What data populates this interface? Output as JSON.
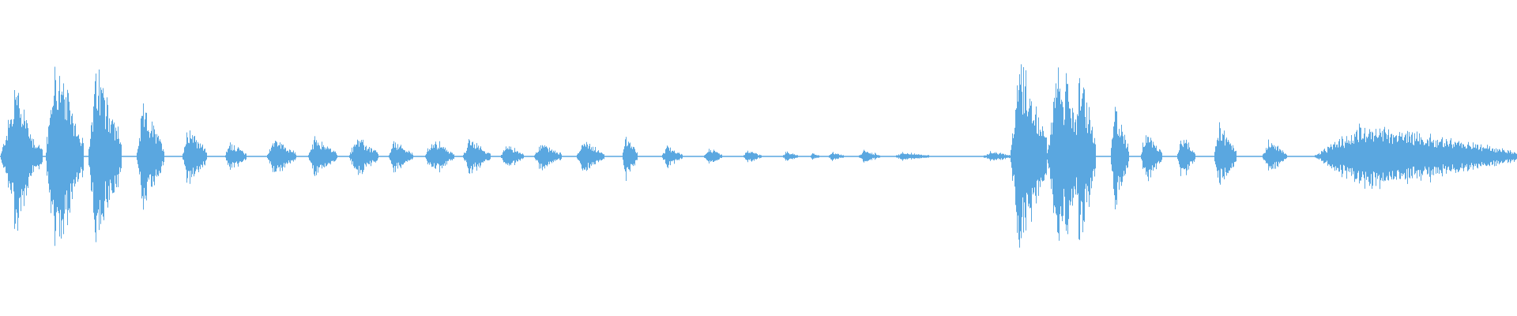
{
  "waveform": {
    "color": "#5aa7e0",
    "background": "#ffffff",
    "duration_fraction_note": "",
    "segments": [
      {
        "start": 0.0,
        "end": 0.028,
        "peak": 0.42
      },
      {
        "start": 0.006,
        "end": 0.022,
        "peak": 0.76
      },
      {
        "start": 0.03,
        "end": 0.055,
        "peak": 0.9
      },
      {
        "start": 0.058,
        "end": 0.08,
        "peak": 0.8
      },
      {
        "start": 0.09,
        "end": 0.108,
        "peak": 0.46
      },
      {
        "start": 0.12,
        "end": 0.136,
        "peak": 0.3
      },
      {
        "start": 0.148,
        "end": 0.162,
        "peak": 0.14
      },
      {
        "start": 0.176,
        "end": 0.195,
        "peak": 0.18
      },
      {
        "start": 0.203,
        "end": 0.222,
        "peak": 0.18
      },
      {
        "start": 0.23,
        "end": 0.249,
        "peak": 0.18
      },
      {
        "start": 0.256,
        "end": 0.272,
        "peak": 0.14
      },
      {
        "start": 0.28,
        "end": 0.299,
        "peak": 0.16
      },
      {
        "start": 0.305,
        "end": 0.323,
        "peak": 0.16
      },
      {
        "start": 0.33,
        "end": 0.345,
        "peak": 0.12
      },
      {
        "start": 0.352,
        "end": 0.37,
        "peak": 0.13
      },
      {
        "start": 0.38,
        "end": 0.398,
        "peak": 0.16
      },
      {
        "start": 0.41,
        "end": 0.42,
        "peak": 0.2
      },
      {
        "start": 0.436,
        "end": 0.45,
        "peak": 0.1
      },
      {
        "start": 0.464,
        "end": 0.476,
        "peak": 0.08
      },
      {
        "start": 0.49,
        "end": 0.502,
        "peak": 0.06
      },
      {
        "start": 0.516,
        "end": 0.526,
        "peak": 0.05
      },
      {
        "start": 0.534,
        "end": 0.54,
        "peak": 0.03
      },
      {
        "start": 0.546,
        "end": 0.556,
        "peak": 0.04
      },
      {
        "start": 0.566,
        "end": 0.58,
        "peak": 0.06
      },
      {
        "start": 0.59,
        "end": 0.612,
        "peak": 0.04
      },
      {
        "start": 0.648,
        "end": 0.668,
        "peak": 0.05
      },
      {
        "start": 0.666,
        "end": 0.69,
        "peak": 0.95
      },
      {
        "start": 0.69,
        "end": 0.72,
        "peak": 0.82
      },
      {
        "start": 0.708,
        "end": 0.722,
        "peak": 0.78
      },
      {
        "start": 0.732,
        "end": 0.744,
        "peak": 0.48
      },
      {
        "start": 0.752,
        "end": 0.766,
        "peak": 0.24
      },
      {
        "start": 0.776,
        "end": 0.788,
        "peak": 0.22
      },
      {
        "start": 0.8,
        "end": 0.815,
        "peak": 0.3
      },
      {
        "start": 0.832,
        "end": 0.848,
        "peak": 0.16
      },
      {
        "start": 0.866,
        "end": 1.0,
        "peak": 0.3
      }
    ]
  }
}
